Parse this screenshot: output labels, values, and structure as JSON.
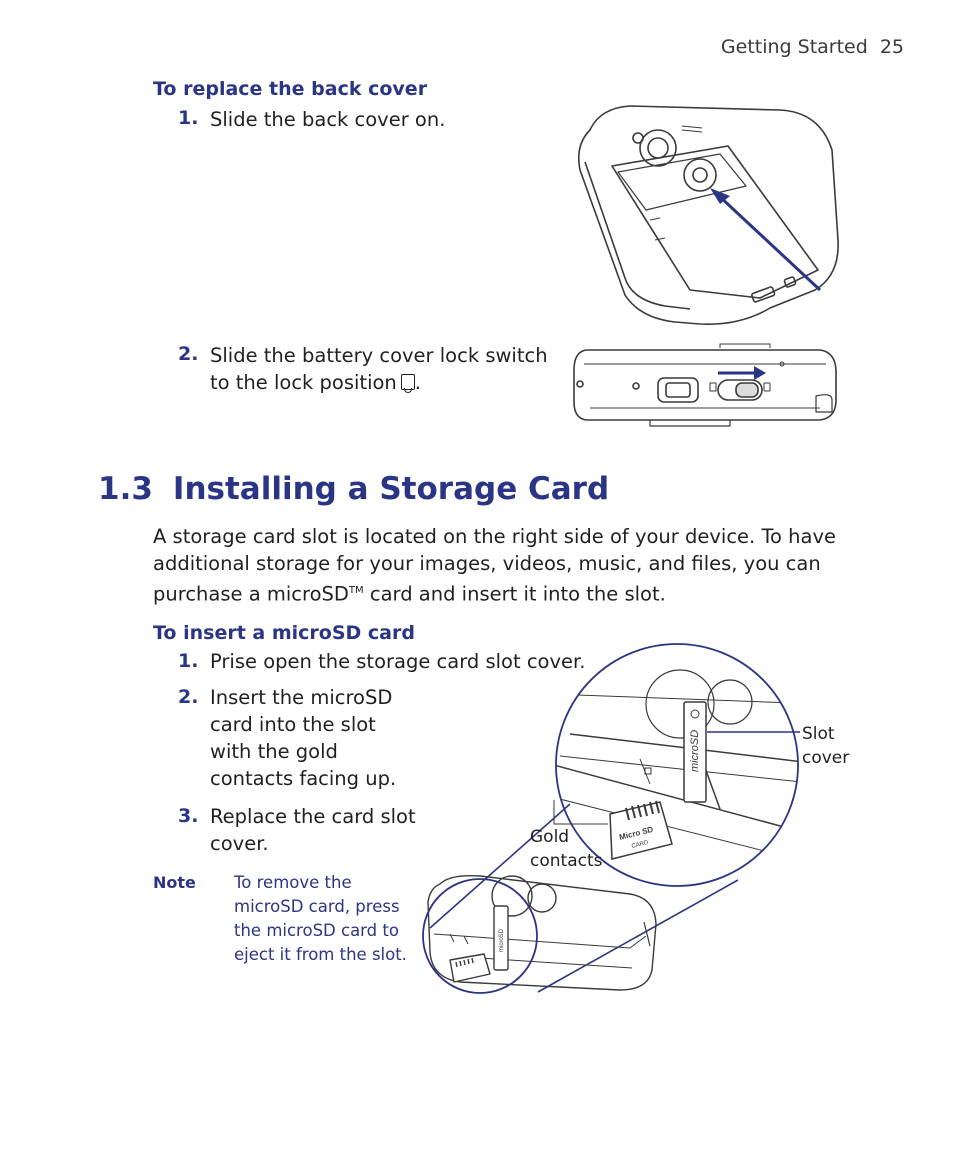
{
  "header": {
    "section": "Getting Started",
    "page_number": "25"
  },
  "replace_cover": {
    "title": "To replace the back cover",
    "steps": [
      {
        "num": "1.",
        "text": "Slide the back cover on."
      },
      {
        "num": "2.",
        "text_line1": "Slide the battery cover lock switch",
        "text_line2": "to the lock position",
        "suffix": "."
      }
    ]
  },
  "section": {
    "number": "1.3",
    "title": "Installing a Storage Card",
    "intro_line1": "A storage card slot is located on the right side of your device. To have",
    "intro_line2": "additional storage for your images, videos, music, and files, you can",
    "intro_line3_a": "purchase a microSD",
    "intro_tm": "TM",
    "intro_line3_b": " card and insert it into the slot."
  },
  "insert_card": {
    "title": "To insert a microSD card",
    "steps": [
      {
        "num": "1.",
        "line1": "Prise open the storage card slot cover."
      },
      {
        "num": "2.",
        "line1": "Insert the microSD",
        "line2": "card into the slot",
        "line3": "with the gold",
        "line4": "contacts facing up."
      },
      {
        "num": "3.",
        "line1": "Replace the card slot",
        "line2": "cover."
      }
    ]
  },
  "note": {
    "label": "Note",
    "line1": "To remove the",
    "line2": "microSD card, press",
    "line3": "the microSD card to",
    "line4": "eject it from the slot."
  },
  "callouts": {
    "slot_line1": "Slot",
    "slot_line2": "cover",
    "gold_line1": "Gold",
    "gold_line2": "contacts"
  },
  "illustration_labels": {
    "slot_label": "microSD",
    "card_brand": "Micro SD",
    "card_sub": "CARD",
    "small_slot_label": "microSD"
  },
  "colors": {
    "accent": "#2a3585",
    "text": "#231f20"
  }
}
